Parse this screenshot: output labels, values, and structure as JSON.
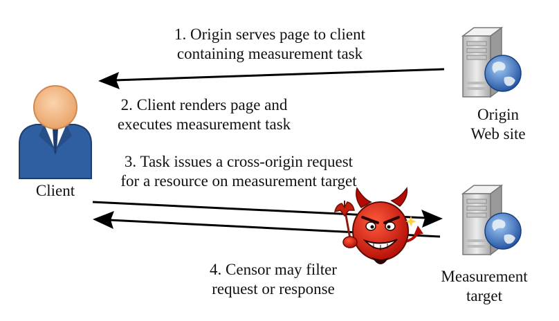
{
  "steps": {
    "step1": [
      "1. Origin serves page to client",
      "containing measurement task"
    ],
    "step2": [
      "2. Client renders page and",
      "executes measurement task"
    ],
    "step3": [
      "3. Task issues a cross-origin request",
      "for a resource on measurement target"
    ],
    "step4": [
      "4. Censor may filter",
      "request or response"
    ]
  },
  "nodes": {
    "client": "Client",
    "origin": [
      "Origin",
      "Web site"
    ],
    "target": [
      "Measurement",
      "target"
    ]
  },
  "icons": {
    "client": "user-icon",
    "origin": "web-server-icon",
    "target": "web-server-icon",
    "censor": "devil-censor-icon"
  },
  "colors": {
    "arrow": "#000000",
    "client_suit": "#2f5fa0",
    "client_face": "#f7c08f",
    "devil": "#d81f10",
    "server_body": "#d9d9d9",
    "globe": "#3a74c8"
  }
}
